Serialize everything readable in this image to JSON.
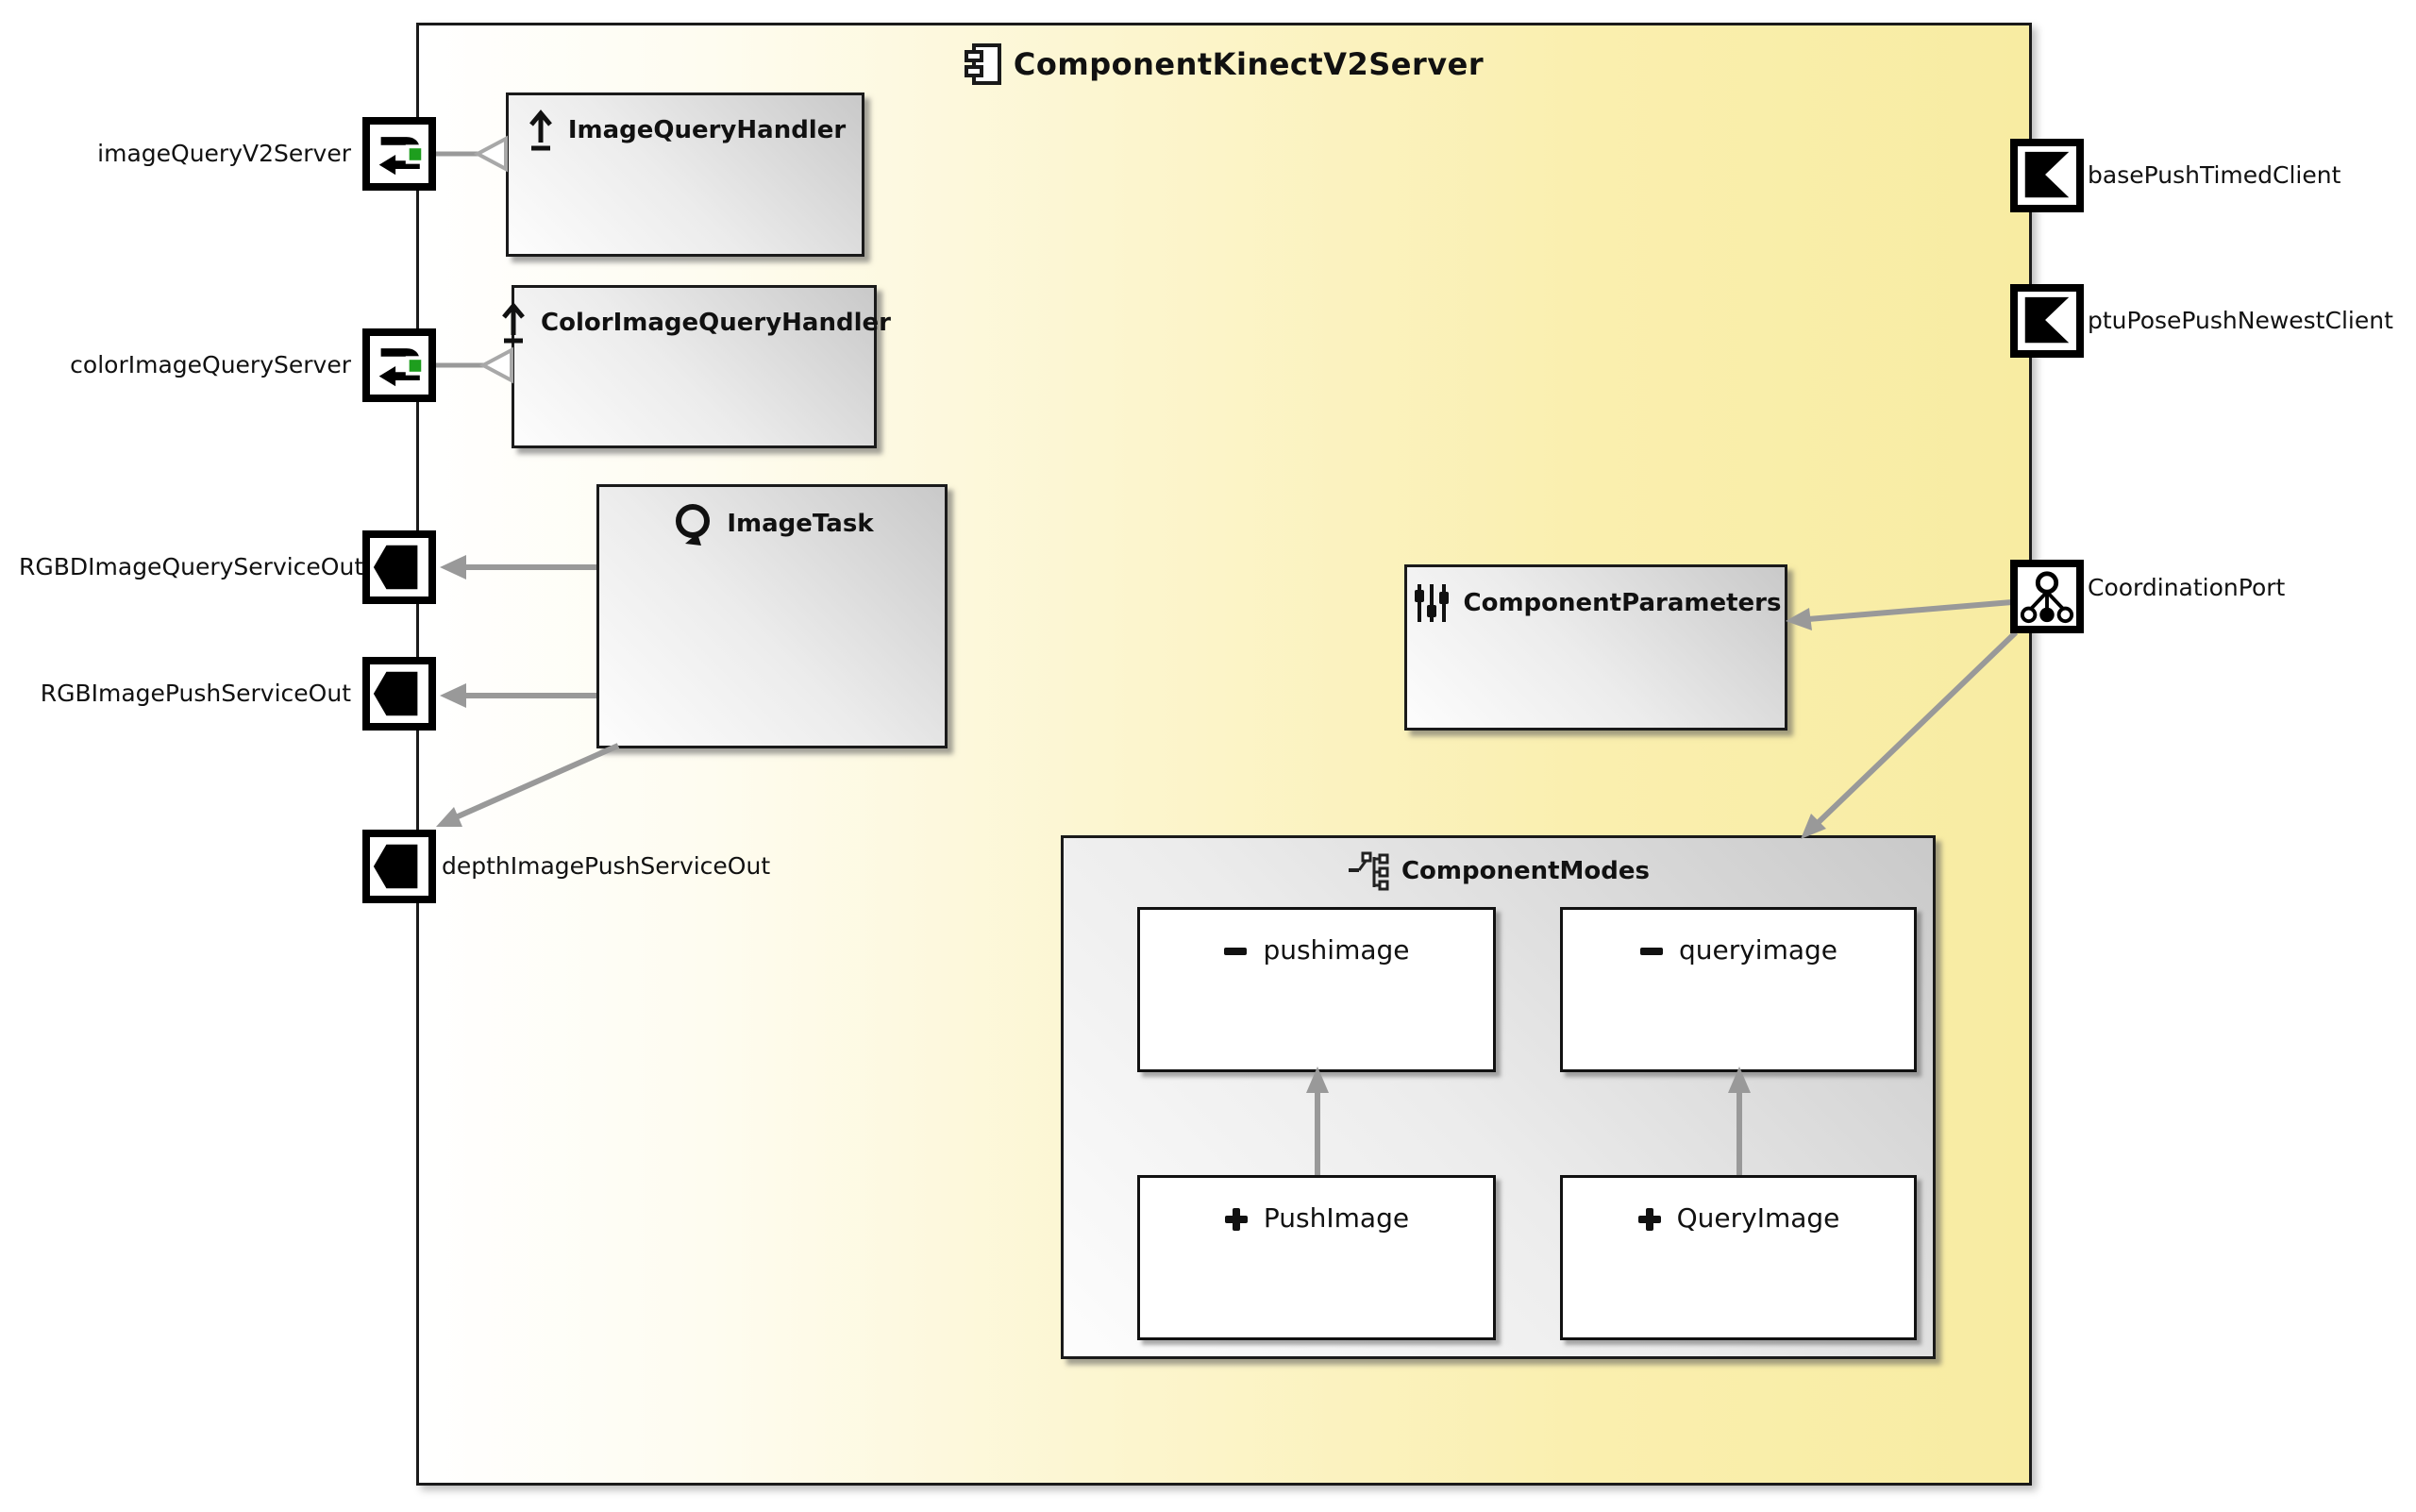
{
  "component": {
    "title": "ComponentKinectV2Server"
  },
  "ports_left": [
    {
      "name": "imageQueryV2Server",
      "kind": "query-server-port"
    },
    {
      "name": "colorImageQueryServer",
      "kind": "query-server-port"
    },
    {
      "name": "RGBDImageQueryServiceOut",
      "kind": "service-out-port"
    },
    {
      "name": "RGBImagePushServiceOut",
      "kind": "service-out-port"
    },
    {
      "name": "depthImagePushServiceOut",
      "kind": "service-out-port"
    }
  ],
  "ports_right": [
    {
      "name": "basePushTimedClient",
      "kind": "client-port"
    },
    {
      "name": "ptuPosePushNewestClient",
      "kind": "client-port"
    },
    {
      "name": "CoordinationPort",
      "kind": "coordination-port"
    }
  ],
  "inner_components": {
    "image_query_handler": {
      "label": "ImageQueryHandler"
    },
    "color_image_query_handler": {
      "label": "ColorImageQueryHandler"
    },
    "image_task": {
      "label": "ImageTask"
    },
    "component_parameters": {
      "label": "ComponentParameters"
    },
    "component_modes": {
      "label": "ComponentModes",
      "modes": [
        {
          "label": "pushimage"
        },
        {
          "label": "queryimage"
        }
      ],
      "mode_defs": [
        {
          "label": "PushImage"
        },
        {
          "label": "QueryImage"
        }
      ]
    }
  },
  "colors": {
    "component_fill_yellow": "#f8eca2",
    "box_gradient_gray": "#c9c9c9",
    "connector_gray": "#999999",
    "port_green": "#1e9e1e",
    "border_black": "#1a1a1a"
  }
}
